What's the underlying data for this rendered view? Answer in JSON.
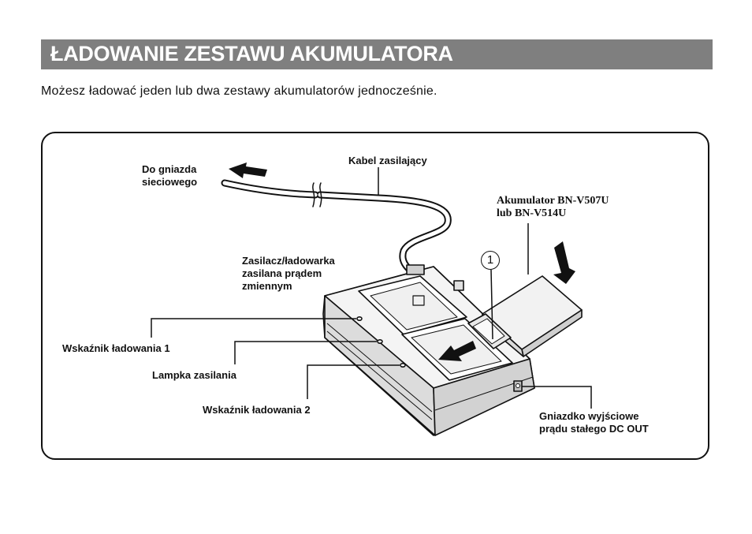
{
  "header": {
    "title": "ŁADOWANIE ZESTAWU AKUMULATORA"
  },
  "intro": {
    "text": "Możesz ładować jeden lub dwa zestawy akumulatorów jednocześnie."
  },
  "figure": {
    "labels": {
      "outlet_line1": "Do gniazda",
      "outlet_line2": "sieciowego",
      "cable": "Kabel zasilający",
      "battery_line1": "Akumulator BN-V507U",
      "battery_line2": "lub BN-V514U",
      "charger_line1": "Zasilacz/ładowarka",
      "charger_line2": "zasilana prądem",
      "charger_line3": "zmiennym",
      "charge_ind_1": "Wskaźnik ładowania 1",
      "power_lamp": "Lampka zasilania",
      "charge_ind_2": "Wskaźnik ładowania 2",
      "dc_out_line1": "Gniazdko wyjściowe",
      "dc_out_line2": "prądu stałego DC OUT"
    },
    "step_number": "1"
  }
}
